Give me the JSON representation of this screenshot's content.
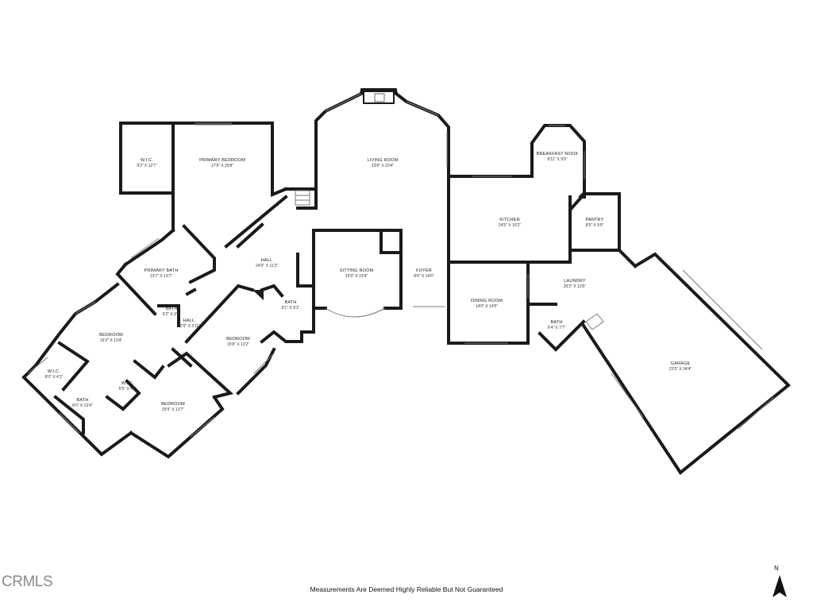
{
  "rooms": {
    "wic_primary": {
      "name": "W.I.C.",
      "dims": "9'2\" X 12'7\""
    },
    "primary_bedroom": {
      "name": "PRIMARY BEDROOM",
      "dims": "17'9\" X 25'8\""
    },
    "living_room": {
      "name": "LIVING ROOM",
      "dims": "23'8\" X 23'4\""
    },
    "breakfast_nook": {
      "name": "BREAKFAST NOOK",
      "dims": "8'11\" X 9'9\""
    },
    "kitchen": {
      "name": "KITCHEN",
      "dims": "24'5\" X 15'2\""
    },
    "pantry": {
      "name": "PANTRY",
      "dims": "8'5\" X 9'9\""
    },
    "hall_main": {
      "name": "HALL",
      "dims": "24'0\" X 11'3\""
    },
    "primary_bath": {
      "name": "PRIMARY BATH",
      "dims": "13'7\" X 13'7\""
    },
    "sitting_room": {
      "name": "SITTING ROOM",
      "dims": "15'9\" X 15'4\""
    },
    "foyer": {
      "name": "FOYER",
      "dims": "8'4\" X 14'6\""
    },
    "laundry": {
      "name": "LAUNDRY",
      "dims": "20'2\" X 13'5\""
    },
    "dining_room": {
      "name": "DINING ROOM",
      "dims": "14'0\" X 14'5\""
    },
    "bath_hall": {
      "name": "BATH",
      "dims": "9'1\" X 9'1\""
    },
    "bath_small": {
      "name": "BATH",
      "dims": "6'2\" X 3'1\""
    },
    "hall_lower": {
      "name": "HALL",
      "dims": "22'9\" X 3'11\""
    },
    "bath_laundry": {
      "name": "BATH",
      "dims": "6'4\" X 7'7\""
    },
    "bedroom_1": {
      "name": "BEDROOM",
      "dims": "15'3\" X 13'4\""
    },
    "bedroom_2": {
      "name": "BEDROOM",
      "dims": "15'8\" X 13'2\""
    },
    "garage": {
      "name": "GARAGE",
      "dims": "21'5\" X 34'4\""
    },
    "wic_bed1": {
      "name": "W.I.C.",
      "dims": "8'0\" X 4'1\""
    },
    "wic_bed3": {
      "name": "W.I.C.",
      "dims": "5'5\" X 5'5\""
    },
    "bath_bed1": {
      "name": "BATH",
      "dims": "8'0\" X 13'4\""
    },
    "bedroom_3": {
      "name": "BEDROOM",
      "dims": "15'9\" X 13'7\""
    }
  },
  "footer": {
    "disclaimer": "Measurements Are Deemed Highly Reliable But Not Guaranteed",
    "logo": "CRMLS",
    "north": "N"
  },
  "colors": {
    "wall": "#1a1a1a",
    "window": "#9a9a9a",
    "background": "#ffffff"
  },
  "icons": {
    "north_arrow": "north-arrow-icon"
  }
}
